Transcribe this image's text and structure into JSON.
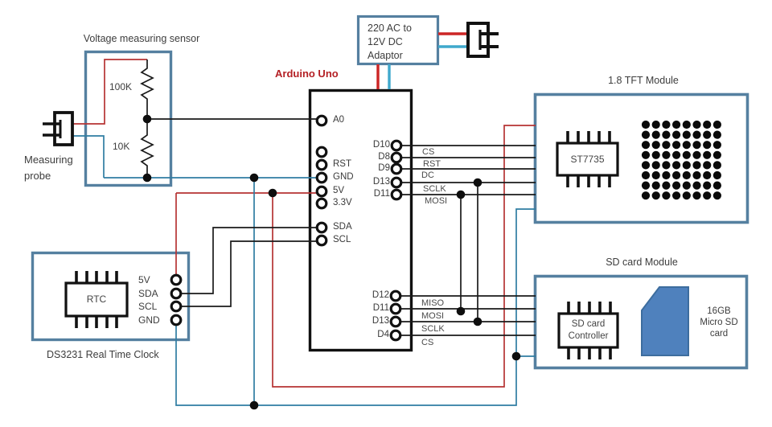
{
  "labels": {
    "sensor_title": "Voltage measuring sensor",
    "probe": "Measuring probe",
    "adaptor_lines": [
      "220 AC to",
      "12V DC",
      "Adaptor"
    ],
    "arduino_title": "Arduino Uno",
    "tft_title": "1.8 TFT Module",
    "sd_title": "SD card Module",
    "rtc_caption": "DS3231  Real Time Clock",
    "r1": "100K",
    "r2": "10K",
    "tft_chip": "ST7735",
    "rtc_chip": "RTC",
    "sd_chip_lines": [
      "SD card",
      "Controller"
    ],
    "sd_card_lines": [
      "16GB",
      "Micro SD",
      "card"
    ]
  },
  "arduino": {
    "left_pins": [
      "A0",
      "RST",
      "GND",
      "5V",
      "3.3V",
      "SDA",
      "SCL"
    ],
    "right_pins": [
      "D10",
      "D8",
      "D9",
      "D13",
      "D11"
    ],
    "right_signals": [
      "CS",
      "RST",
      "DC",
      "SCLK",
      "MOSI"
    ],
    "bottom_pins": [
      "D12",
      "D11",
      "D13",
      "D4"
    ],
    "bottom_signals": [
      "MISO",
      "MOSI",
      "SCLK",
      "CS"
    ]
  },
  "rtc": {
    "pins": [
      "5V",
      "SDA",
      "SCL",
      "GND"
    ]
  },
  "colors": {
    "module_border": "#5580a0",
    "wire_black": "#1a1a1a",
    "wire_red": "#b63333",
    "wire_teal": "#2f7da2",
    "power_red": "#cc2525",
    "power_cyan": "#3fa8cc",
    "arduino_title_red": "#b42025",
    "sd_card_fill": "#4f81bd"
  }
}
